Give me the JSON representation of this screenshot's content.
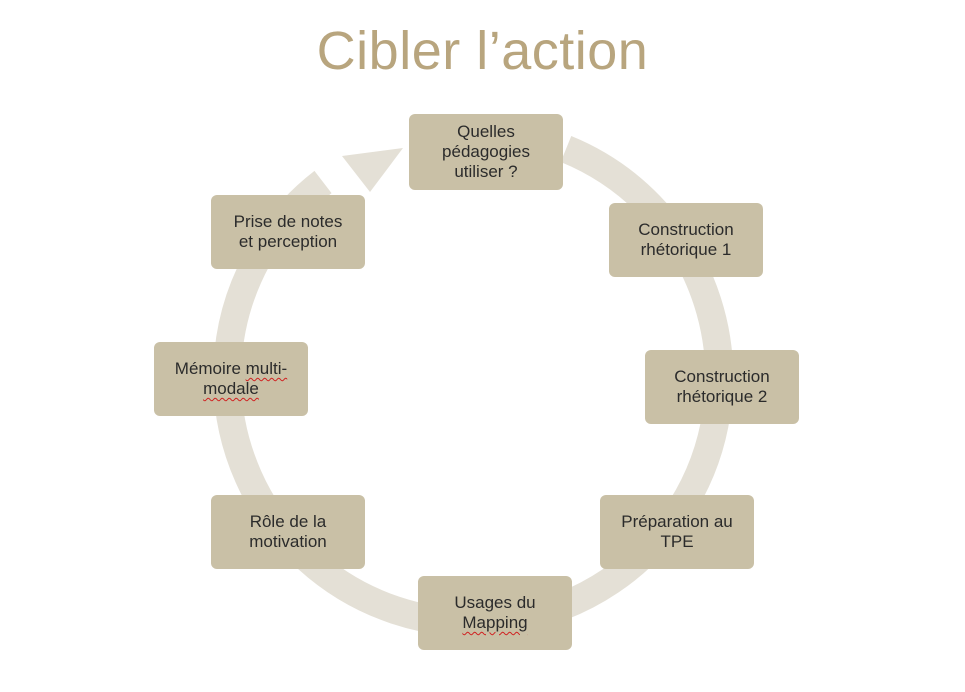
{
  "title": "Cibler l’action",
  "colors": {
    "title": "#b8a57e",
    "node_fill": "#c9c0a6",
    "ring": "#e4e0d6",
    "node_text": "#2b2b2b"
  },
  "nodes": {
    "pedagogies": {
      "line1": "Quelles",
      "line2": "pédagogies",
      "line3": "utiliser ?"
    },
    "construction1": {
      "line1": "Construction",
      "line2": "rhétorique 1"
    },
    "construction2": {
      "line1": "Construction",
      "line2": "rhétorique 2"
    },
    "preparation": {
      "line1": "Préparation au",
      "line2": "TPE"
    },
    "mapping": {
      "word1": "Usages du",
      "word2": "Mapping"
    },
    "motivation": {
      "line1": "Rôle de la",
      "line2": "motivation"
    },
    "memoire": {
      "line1_a": "Mémoire ",
      "line1_b": "multi-",
      "line2": "modale"
    },
    "prise_notes": {
      "line1": "Prise de notes",
      "line2": "et perception"
    }
  }
}
